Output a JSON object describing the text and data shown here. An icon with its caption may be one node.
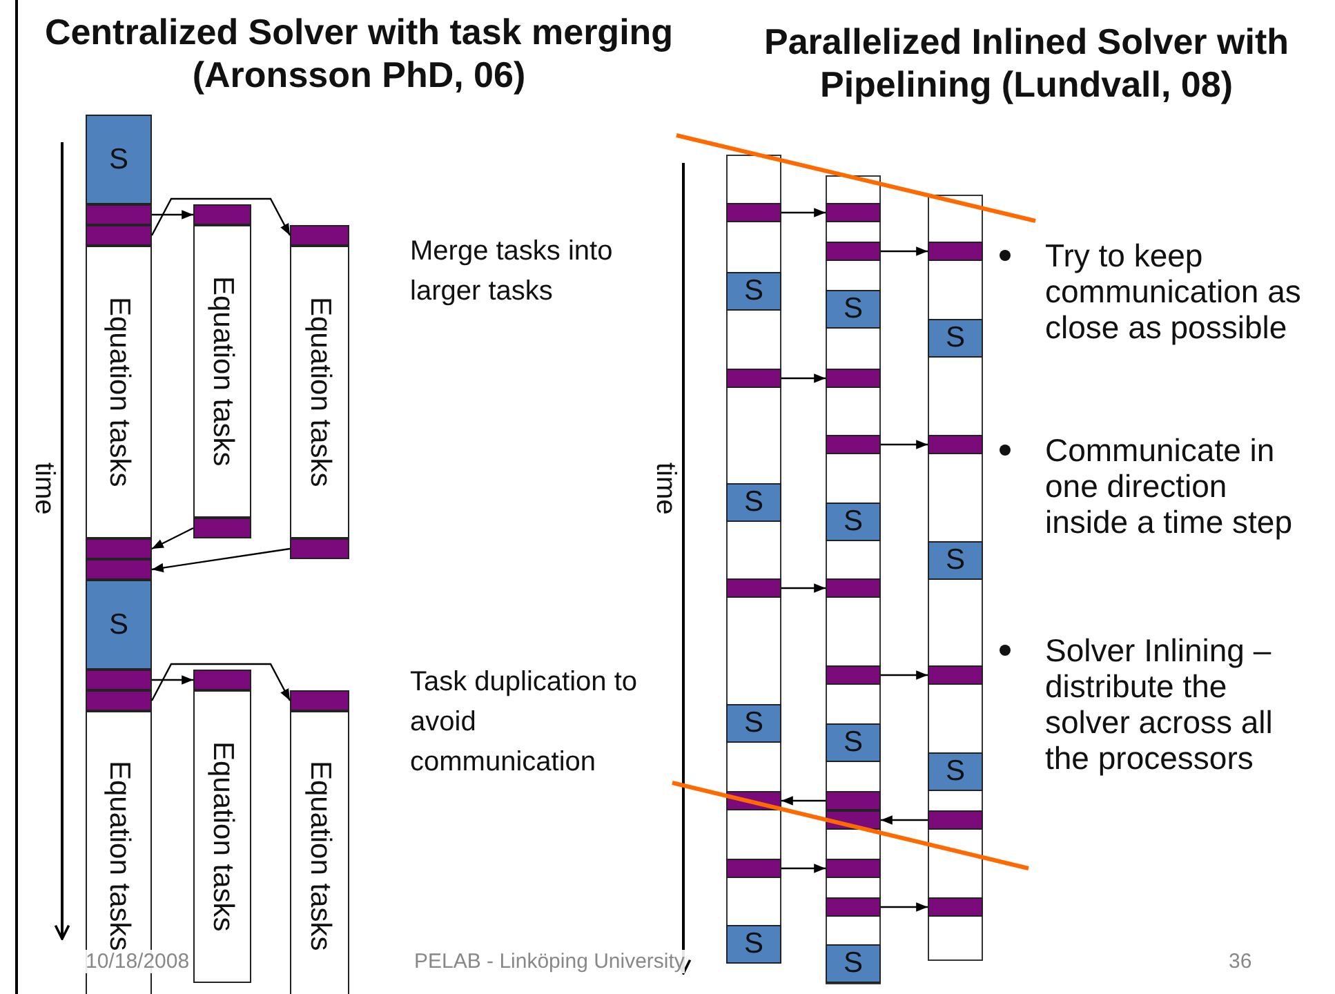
{
  "diagram": {
    "nodes": [
      {
        "text": [
          "S"
        ]
      },
      {
        "text": [],
        "shape": "bar"
      },
      {
        "text": [],
        "shape": "bar"
      },
      {
        "text": [
          "Equation tasks"
        ]
      },
      {
        "text": [],
        "shape": "bar"
      },
      {
        "text": [],
        "shape": "bar"
      },
      {
        "text": [
          "S"
        ]
      },
      {
        "text": [],
        "shape": "bar"
      },
      {
        "text": [],
        "shape": "bar"
      },
      {
        "text": [
          "Equation tasks"
        ]
      },
      {
        "text": [],
        "shape": "bar"
      },
      {
        "text": [
          "Equation tasks"
        ]
      },
      {
        "text": [],
        "shape": "bar"
      },
      {
        "text": [],
        "shape": "bar"
      },
      {
        "text": [
          "Equation tasks"
        ]
      },
      {
        "text": [],
        "shape": "bar"
      },
      {
        "text": [
          "Equation tasks"
        ]
      },
      {
        "text": [],
        "shape": "bar"
      },
      {
        "text": [],
        "shape": "bar"
      },
      {
        "text": [
          "Equation tasks"
        ]
      },
      {
        "text": [],
        "shape": "box"
      },
      {
        "text": [],
        "shape": "bar",
        "in": 20
      },
      {
        "text": [
          "S"
        ],
        "in": 20
      },
      {
        "text": [],
        "shape": "bar",
        "in": 20
      },
      {
        "text": [
          "S"
        ],
        "in": 20
      },
      {
        "text": [],
        "shape": "bar",
        "in": 20
      },
      {
        "text": [
          "S"
        ],
        "in": 20
      },
      {
        "text": [],
        "shape": "bar",
        "in": 20
      },
      {
        "text": [],
        "shape": "bar",
        "in": 20
      },
      {
        "text": [
          "S"
        ],
        "in": 20
      },
      {
        "text": [],
        "shape": "box"
      },
      {
        "text": [],
        "shape": "bar",
        "in": 30
      },
      {
        "text": [],
        "shape": "bar",
        "in": 30
      },
      {
        "text": [
          "S"
        ],
        "in": 30
      },
      {
        "text": [],
        "shape": "bar",
        "in": 30
      },
      {
        "text": [],
        "shape": "bar",
        "in": 30
      },
      {
        "text": [
          "S"
        ],
        "in": 30
      },
      {
        "text": [],
        "shape": "bar",
        "in": 30
      },
      {
        "text": [],
        "shape": "bar",
        "in": 30
      },
      {
        "text": [
          "S"
        ],
        "in": 30
      },
      {
        "text": [],
        "shape": "bar",
        "in": 30
      },
      {
        "text": [],
        "shape": "bar",
        "in": 30
      },
      {
        "text": [],
        "shape": "bar",
        "in": 30
      },
      {
        "text": [],
        "shape": "bar",
        "in": 30
      },
      {
        "text": [
          "S"
        ],
        "in": 30
      },
      {
        "text": [],
        "shape": "box"
      },
      {
        "text": [],
        "shape": "bar",
        "in": 45
      },
      {
        "text": [
          "S"
        ],
        "in": 45
      },
      {
        "text": [],
        "shape": "bar",
        "in": 45
      },
      {
        "text": [
          "S"
        ],
        "in": 45
      },
      {
        "text": [],
        "shape": "bar",
        "in": 45
      },
      {
        "text": [
          "S"
        ],
        "in": 45
      },
      {
        "text": [],
        "shape": "bar",
        "in": 45
      },
      {
        "text": [],
        "shape": "bar",
        "in": 45
      }
    ],
    "edges": [
      {
        "from": 1,
        "to": 10,
        "arrow": "to"
      },
      {
        "from": 2,
        "to": 15,
        "arrow": "to"
      },
      {
        "from": 12,
        "to": 4,
        "arrow": "to"
      },
      {
        "from": 17,
        "to": 5,
        "arrow": "to"
      },
      {
        "from": 7,
        "to": 13,
        "arrow": "to"
      },
      {
        "from": 8,
        "to": 18,
        "arrow": "to"
      },
      {
        "from": 21,
        "to": 31,
        "arrow": "to"
      },
      {
        "from": 32,
        "to": 46,
        "arrow": "to"
      },
      {
        "from": 23,
        "to": 34,
        "arrow": "to"
      },
      {
        "from": 35,
        "to": 48,
        "arrow": "to"
      },
      {
        "from": 25,
        "to": 37,
        "arrow": "to"
      },
      {
        "from": 38,
        "to": 50,
        "arrow": "to"
      },
      {
        "from": 40,
        "to": 27,
        "arrow": "to"
      },
      {
        "from": 52,
        "to": 41,
        "arrow": "to"
      },
      {
        "from": 28,
        "to": 42,
        "arrow": "to"
      },
      {
        "from": 43,
        "to": 53,
        "arrow": "to"
      }
    ],
    "labels": [
      "Centralized Solver with task merging (Aronsson PhD, 06)",
      "Parallelized Inlined Solver with Pipelining (Lundvall, 08)",
      "Merge tasks into larger tasks",
      "time",
      "Task duplication to avoid communication",
      "time",
      "Try to keep communication as close as possible",
      "Communicate in one direction inside a time step",
      "Solver Inlining – distribute the solver across all the processors",
      "10/18/2008",
      "PELAB - Linköping University",
      "36"
    ]
  }
}
